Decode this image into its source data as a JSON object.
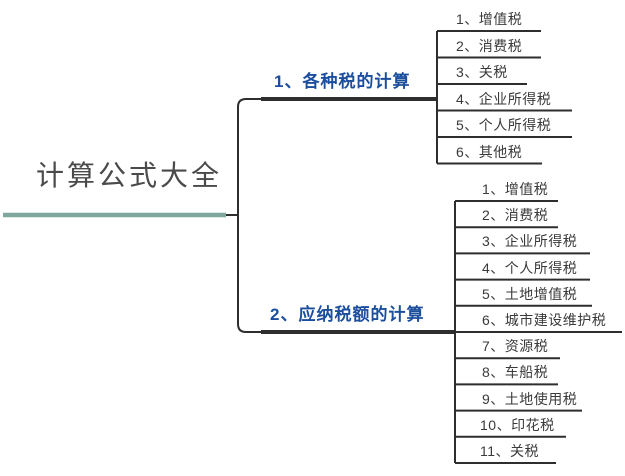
{
  "diagram": {
    "type": "mindmap",
    "root": {
      "label": "计算公式大全"
    },
    "branches": [
      {
        "label": "1、各种税的计算",
        "children": [
          {
            "label": "1、增值税"
          },
          {
            "label": "2、消费税"
          },
          {
            "label": "3、关税"
          },
          {
            "label": "4、企业所得税"
          },
          {
            "label": "5、个人所得税"
          },
          {
            "label": "6、其他税"
          }
        ]
      },
      {
        "label": "2、应纳税额的计算",
        "children": [
          {
            "label": "1、增值税"
          },
          {
            "label": "2、消费税"
          },
          {
            "label": "3、企业所得税"
          },
          {
            "label": "4、个人所得税"
          },
          {
            "label": "5、土地增值税"
          },
          {
            "label": "6、城市建设维护税"
          },
          {
            "label": "7、资源税"
          },
          {
            "label": "8、车船税"
          },
          {
            "label": "9、土地使用税"
          },
          {
            "label": "10、印花税"
          },
          {
            "label": "11、关税"
          }
        ]
      }
    ],
    "colors": {
      "root_underline": "#7fa79e",
      "connector": "#2e2e2e",
      "branch_text": "#1c4e9e",
      "node_text": "#3a3a3a",
      "background": "#ffffff"
    }
  }
}
